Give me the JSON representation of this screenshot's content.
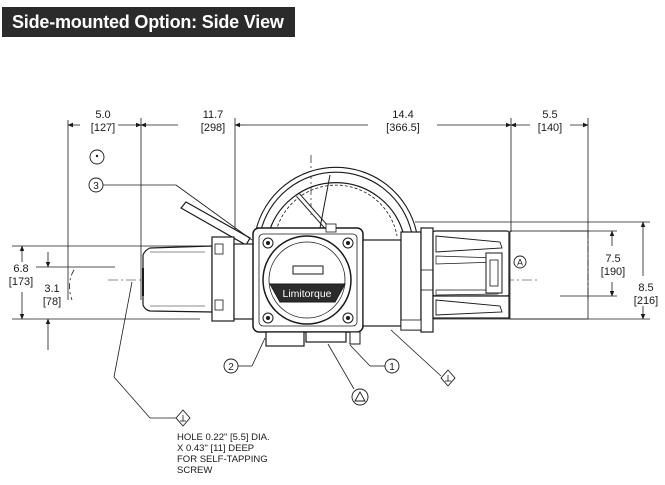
{
  "header": {
    "title": "Side-mounted Option: Side View"
  },
  "dimensions": {
    "d1": {
      "in": "5.0",
      "mm": "[127]"
    },
    "d2": {
      "in": "11.7",
      "mm": "[298]"
    },
    "d3": {
      "in": "14.4",
      "mm": "[366.5]"
    },
    "d4": {
      "in": "5.5",
      "mm": "[140]"
    },
    "left_height": {
      "in": "6.8",
      "mm": "[173]"
    },
    "left_low": {
      "in": "3.1",
      "mm": "[78]"
    },
    "right_mid": {
      "in": "7.5",
      "mm": "[190]"
    },
    "right_full": {
      "in": "8.5",
      "mm": "[216]"
    }
  },
  "callouts": {
    "c1": "1",
    "c2": "2",
    "c3": "3",
    "a": "A"
  },
  "nameplate": "Limitorque",
  "note": {
    "line1": "HOLE 0.22\" [5.5] DIA.",
    "line2": "X 0.43\" [11] DEEP",
    "line3": "FOR SELF-TAPPING",
    "line4": "SCREW"
  },
  "colors": {
    "title_bg": "#2b2b2b",
    "title_text": "#ffffff",
    "line": "#1a1a1a"
  }
}
